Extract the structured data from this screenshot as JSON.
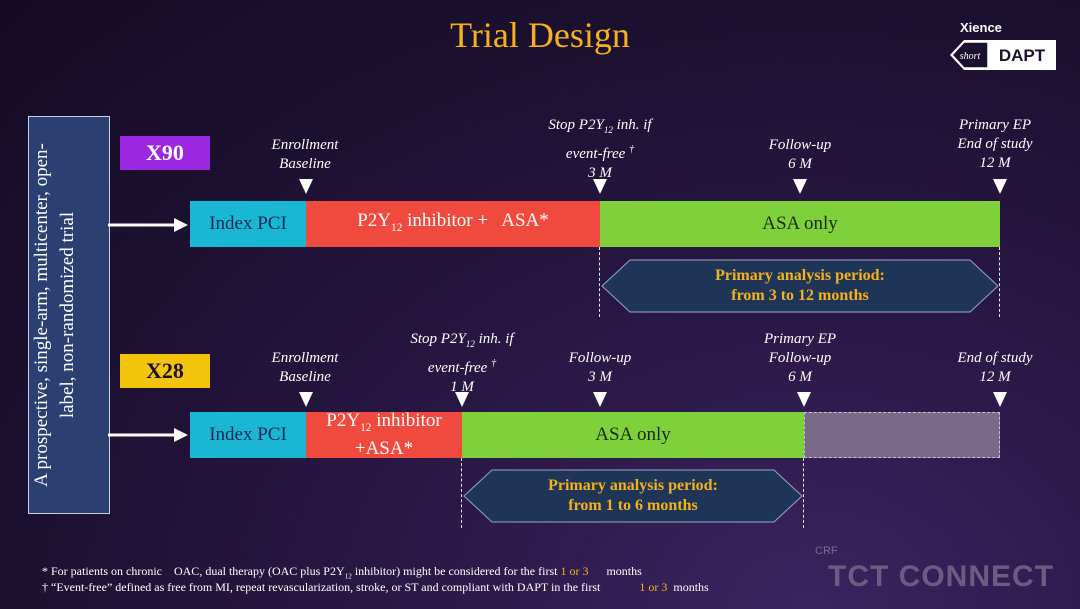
{
  "title": "Trial Design",
  "logo": {
    "top": "Xience",
    "short": "short",
    "name": "DAPT"
  },
  "side_text": "A prospective, single-arm, multicenter, open-label, non-randomized trial",
  "x90": {
    "badge": "X90",
    "segments": {
      "index": "Index PCI",
      "p2y_a": "P2Y",
      "p2y_sub": "12",
      "p2y_b": " inhibitor +   ASA*",
      "asa": "ASA only"
    },
    "labels": {
      "enroll_1": "Enrollment",
      "enroll_2": "Baseline",
      "stop_1a": "Stop P2Y",
      "stop_1sub": "12",
      "stop_1b": " inh. if",
      "stop_2": "event-free",
      "stop_dag": "†",
      "stop_3": "3 M",
      "fu_1": "Follow-up",
      "fu_2": "6 M",
      "ep": "Primary EP",
      "end_1": "End of study",
      "end_2": "12 M"
    },
    "period_1": "Primary analysis period:",
    "period_2": "from 3 to 12 months"
  },
  "x28": {
    "badge": "X28",
    "segments": {
      "index": "Index PCI",
      "p2y_a": "P2Y",
      "p2y_sub": "12",
      "p2y_b": " inhibitor",
      "p2y_c": "+ASA*",
      "asa": "ASA only"
    },
    "labels": {
      "enroll_1": "Enrollment",
      "enroll_2": "Baseline",
      "stop_1a": "Stop P2Y",
      "stop_1sub": "12",
      "stop_1b": " inh. if",
      "stop_2": "event-free",
      "stop_dag": "†",
      "stop_3": "1 M",
      "fu3_1": "Follow-up",
      "fu3_2": "3 M",
      "ep": "Primary EP",
      "fu6_1": "Follow-up",
      "fu6_2": "6 M",
      "end_1": "End of study",
      "end_2": "12 M"
    },
    "period_1": "Primary analysis period:",
    "period_2": "from 1 to 6 months"
  },
  "footnotes": {
    "f1_a": "* For patients on chronic    OAC, dual therapy (OAC plus P2Y",
    "f1_sub": "12",
    "f1_b": " inhibitor) might be considered for the first ",
    "f1_m": "1 or 3",
    "f1_c": "      months",
    "f2_a": "† “Event-free” defined as free from MI, repeat revascularization, stroke, or ST and compliant with DAPT in the first             ",
    "f2_m": "1 or 3",
    "f2_c": "  months"
  },
  "branding": {
    "crf": "CRF",
    "tct": "TCT CONNECT"
  },
  "colors": {
    "title": "#f5b21a",
    "x90_badge": "#9b28e0",
    "x28_badge": "#f2c40a",
    "index_pci": "#1ab7d4",
    "p2y": "#f04a3e",
    "asa": "#7fd13b",
    "period_box": "#1e3558"
  }
}
